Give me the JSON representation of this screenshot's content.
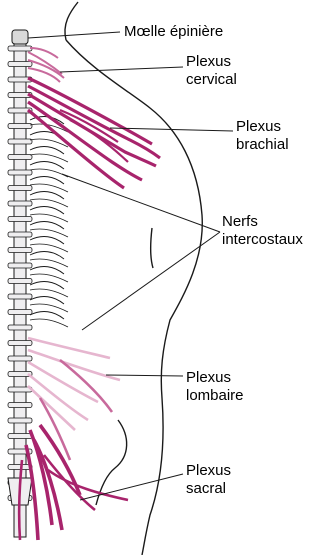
{
  "labels": {
    "moelle": "Mœlle épinière",
    "cervical_1": "Plexus",
    "cervical_2": "cervical",
    "brachial_1": "Plexus",
    "brachial_2": "brachial",
    "intercostaux_1": "Nerfs",
    "intercostaux_2": "intercostaux",
    "lombaire_1": "Plexus",
    "lombaire_2": "lombaire",
    "sacral_1": "Plexus",
    "sacral_2": "sacral"
  },
  "colors": {
    "outline": "#1a1a1a",
    "bone": "#efeef0",
    "nerve_dark": "#a8246c",
    "nerve_mid": "#c86a9c",
    "nerve_light": "#e6b6cf"
  }
}
